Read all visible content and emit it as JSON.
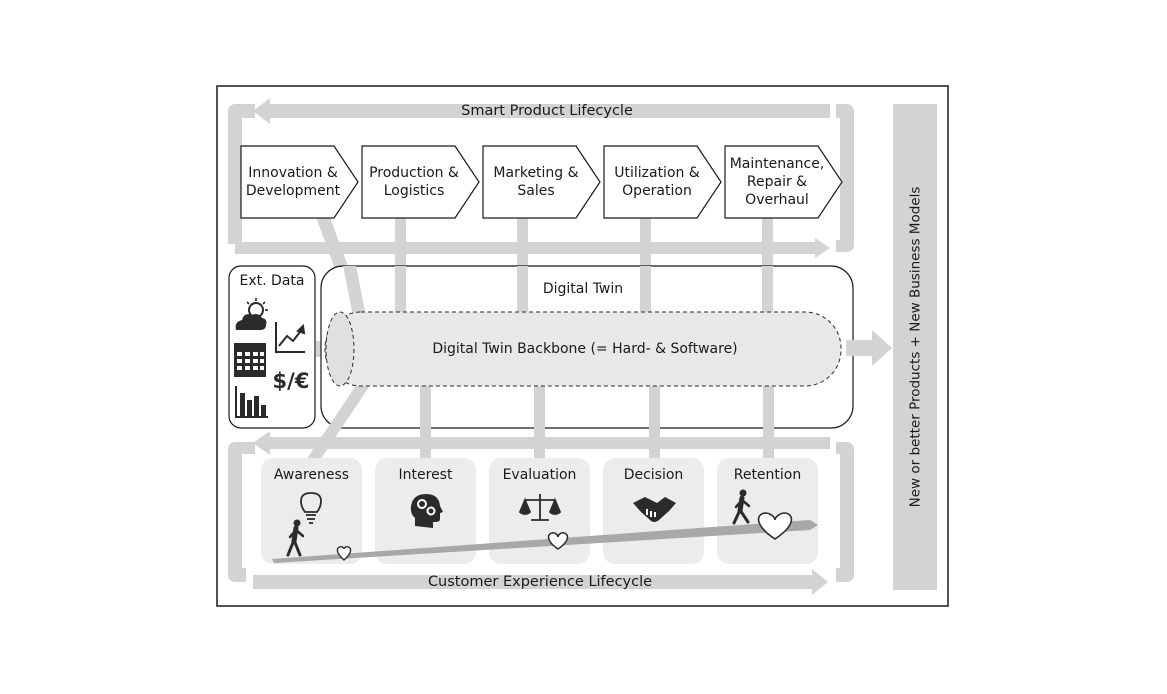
{
  "smart_product_lifecycle": {
    "title": "Smart Product Lifecycle",
    "phases": [
      {
        "label": "Innovation & Development"
      },
      {
        "label": "Production & Logistics"
      },
      {
        "label": "Marketing & Sales"
      },
      {
        "label": "Utilization & Operation"
      },
      {
        "label": "Maintenance, Repair & Overhaul"
      }
    ]
  },
  "external_data": {
    "title": "Ext. Data",
    "currency_symbol": "$/€",
    "icons": [
      "weather-icon",
      "trend-chart-icon",
      "calendar-icon",
      "bar-chart-icon"
    ]
  },
  "digital_twin": {
    "title": "Digital Twin",
    "backbone_label": "Digital Twin Backbone (= Hard- & Software)"
  },
  "customer_experience_lifecycle": {
    "title": "Customer Experience Lifecycle",
    "stages": [
      {
        "label": "Awareness",
        "icons": [
          "lightbulb-icon",
          "walking-person-icon",
          "heart-icon"
        ]
      },
      {
        "label": "Interest",
        "icons": [
          "thinking-head-icon"
        ]
      },
      {
        "label": "Evaluation",
        "icons": [
          "scales-icon",
          "heart-icon"
        ]
      },
      {
        "label": "Decision",
        "icons": [
          "handshake-icon"
        ]
      },
      {
        "label": "Retention",
        "icons": [
          "walking-person-icon",
          "heart-icon"
        ]
      }
    ]
  },
  "output": {
    "label": "New or better Products + New Business Models"
  },
  "colors": {
    "frame": "#1a1a1a",
    "connector_gray": "#d3d3d3",
    "stage_box_fill": "#ececec",
    "backbone_fill": "#e8e8e8",
    "icon_dark": "#2b2b2b"
  }
}
